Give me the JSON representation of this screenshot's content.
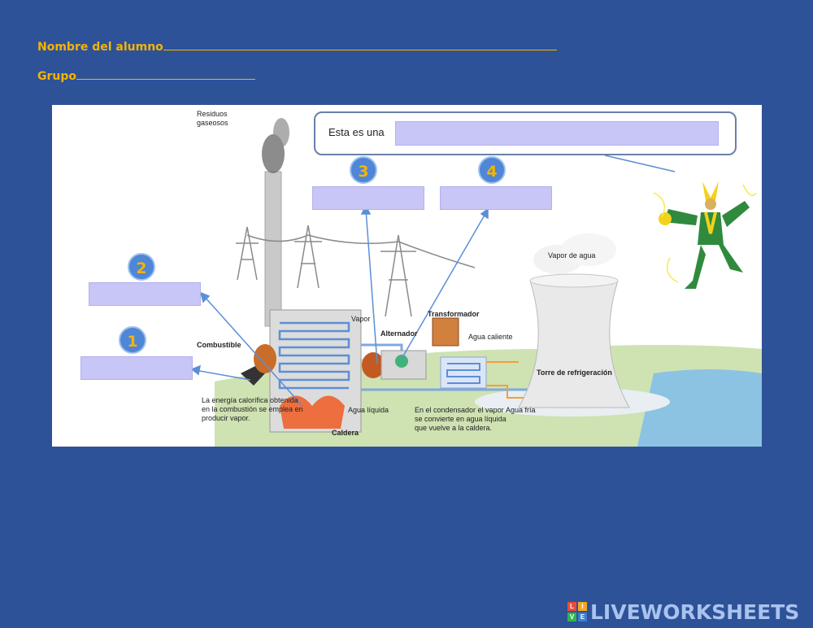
{
  "form": {
    "name_label": "Nombre del alumno",
    "group_label": "Grupo"
  },
  "diagram": {
    "bubble_text": "Esta es una",
    "numbers": [
      "1",
      "2",
      "3",
      "4"
    ],
    "labels": {
      "residuos": "Residuos gaseosos",
      "combustible": "Combustible",
      "energia": "La energía calorífica obtenida en la combustión se emplea en producir vapor.",
      "caldera": "Caldera",
      "vapor": "Vapor",
      "alternador": "Alternador",
      "transformador": "Transformador",
      "agua_caliente": "Agua caliente",
      "agua_liquida": "Agua líquida",
      "condensador": "En el condensador el vapor se convierte en agua líquida que vuelve a la caldera.",
      "agua_fria": "Agua fría",
      "vapor_agua": "Vapor de agua",
      "torre": "Torre de refrigeración"
    }
  },
  "logo": {
    "letters": [
      "L",
      "I",
      "V",
      "E"
    ],
    "text": "LIVEWORKSHEETS",
    "colors": [
      "#e84c3d",
      "#f5a623",
      "#2eb84b",
      "#3b7dd8"
    ]
  }
}
